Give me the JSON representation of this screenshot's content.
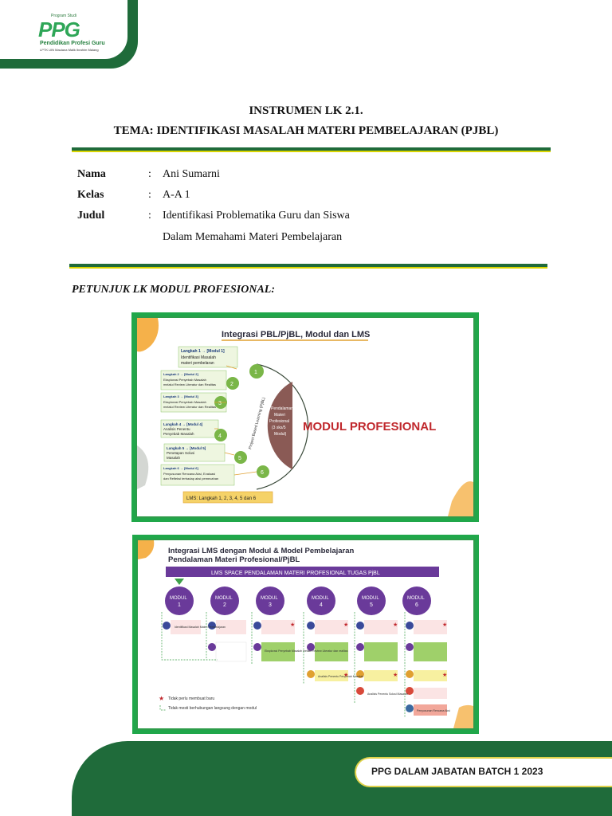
{
  "logo": {
    "small": "Program Studi",
    "mark": "PPG",
    "name": "Pendidikan Profesi Guru",
    "sub": "LPTK UIN Maulana Malik Ibrahim Malang"
  },
  "title": {
    "line1": "INSTRUMEN LK 2.1.",
    "line2": "TEMA: IDENTIFIKASI MASALAH MATERI PEMBELAJARAN (PJBL)"
  },
  "fields": [
    {
      "label": "Nama",
      "colon": ":",
      "value": "Ani Sumarni"
    },
    {
      "label": "Kelas",
      "colon": ":",
      "value": "A-A 1"
    },
    {
      "label": "Judul",
      "colon": ":",
      "value": "Identifikasi Problematika Guru dan Siswa"
    }
  ],
  "judul_line2": "Dalam Memahami Materi Pembelajaran",
  "instruction": "PETUNJUK LK MODUL PROFESIONAL:",
  "slide1": {
    "title": "Integrasi PBL/PjBL, Modul dan LMS",
    "big_label": "MODUL PROFESIONAL",
    "center": [
      "Pendalaman",
      "Materi",
      "Profesional",
      "(3 sks/5",
      "Modul)"
    ],
    "arc_label": "Project Based Learning (PjBL)",
    "steps": [
      {
        "head": "Langkah 1 → [Modul 1]",
        "text": [
          "Identifikasi Masalah",
          "materi pembelaran"
        ]
      },
      {
        "head": "Langkah 2 → [Modul 2]",
        "text": [
          "Eksplorasi Penyebab Masalah",
          "melalui Review Literatur dan Realitas"
        ]
      },
      {
        "head": "Langkah 3 → [Modul 3]",
        "text": [
          "Eksplorasi Penyebab Masalah",
          "melalui Review Literatur dan Realitas"
        ]
      },
      {
        "head": "Langkah 4 → [Modul 4]",
        "text": [
          "Analisis Penentu",
          "Penyebab Masalah"
        ]
      },
      {
        "head": "Langkah 5 → [Modul 5]",
        "text": [
          "Penetapan Solusi",
          "Masalah"
        ]
      },
      {
        "head": "Langkah 6 → [Modul 6]",
        "text": [
          "Penyusunan Rencana Aksi, Evaluasi",
          "dan Refleksi terhadap aksi pemecahan"
        ]
      }
    ],
    "numbers": [
      "1",
      "2",
      "3",
      "4",
      "5",
      "6"
    ],
    "lms": "LMS: Langkah 1, 2, 3, 4, 5 dan 6"
  },
  "slide2": {
    "title1": "Integrasi LMS dengan Modul & Model Pembelajaran",
    "title2": "Pendalaman Materi Profesional/PjBL",
    "banner": "LMS SPACE PENDALAMAN MATERI PROFESIONAL TUGAS PjBL",
    "modules": [
      {
        "name": "MODUL",
        "num": "1"
      },
      {
        "name": "MODUL",
        "num": "2"
      },
      {
        "name": "MODUL",
        "num": "3"
      },
      {
        "name": "MODUL",
        "num": "4"
      },
      {
        "name": "MODUL",
        "num": "5"
      },
      {
        "name": "MODUL",
        "num": "6"
      }
    ],
    "identify": "Identifikasi Masalah Materi Pembelajaran",
    "explore": "Eksplorasi Penyebab Masalah melalui Review Literatur dan realitas",
    "analisis": "Analisis Penentu Penyebab Masalah",
    "solusi": "Analisis Penentu Solusi Masalah",
    "rencana": "Penyusunan Rencana Aksi",
    "legend1": "Tidak perlu membuat baru",
    "legend2": "Tidak mesti berhubungan langsung dengan modul"
  },
  "footer": {
    "text": "PPG DALAM JABATAN BATCH 1 2023"
  },
  "colors": {
    "dark_green": "#1f6b3a",
    "accent_yellow": "#d9d400",
    "purple": "#6a3a9a",
    "frame_green": "#20a74a"
  }
}
